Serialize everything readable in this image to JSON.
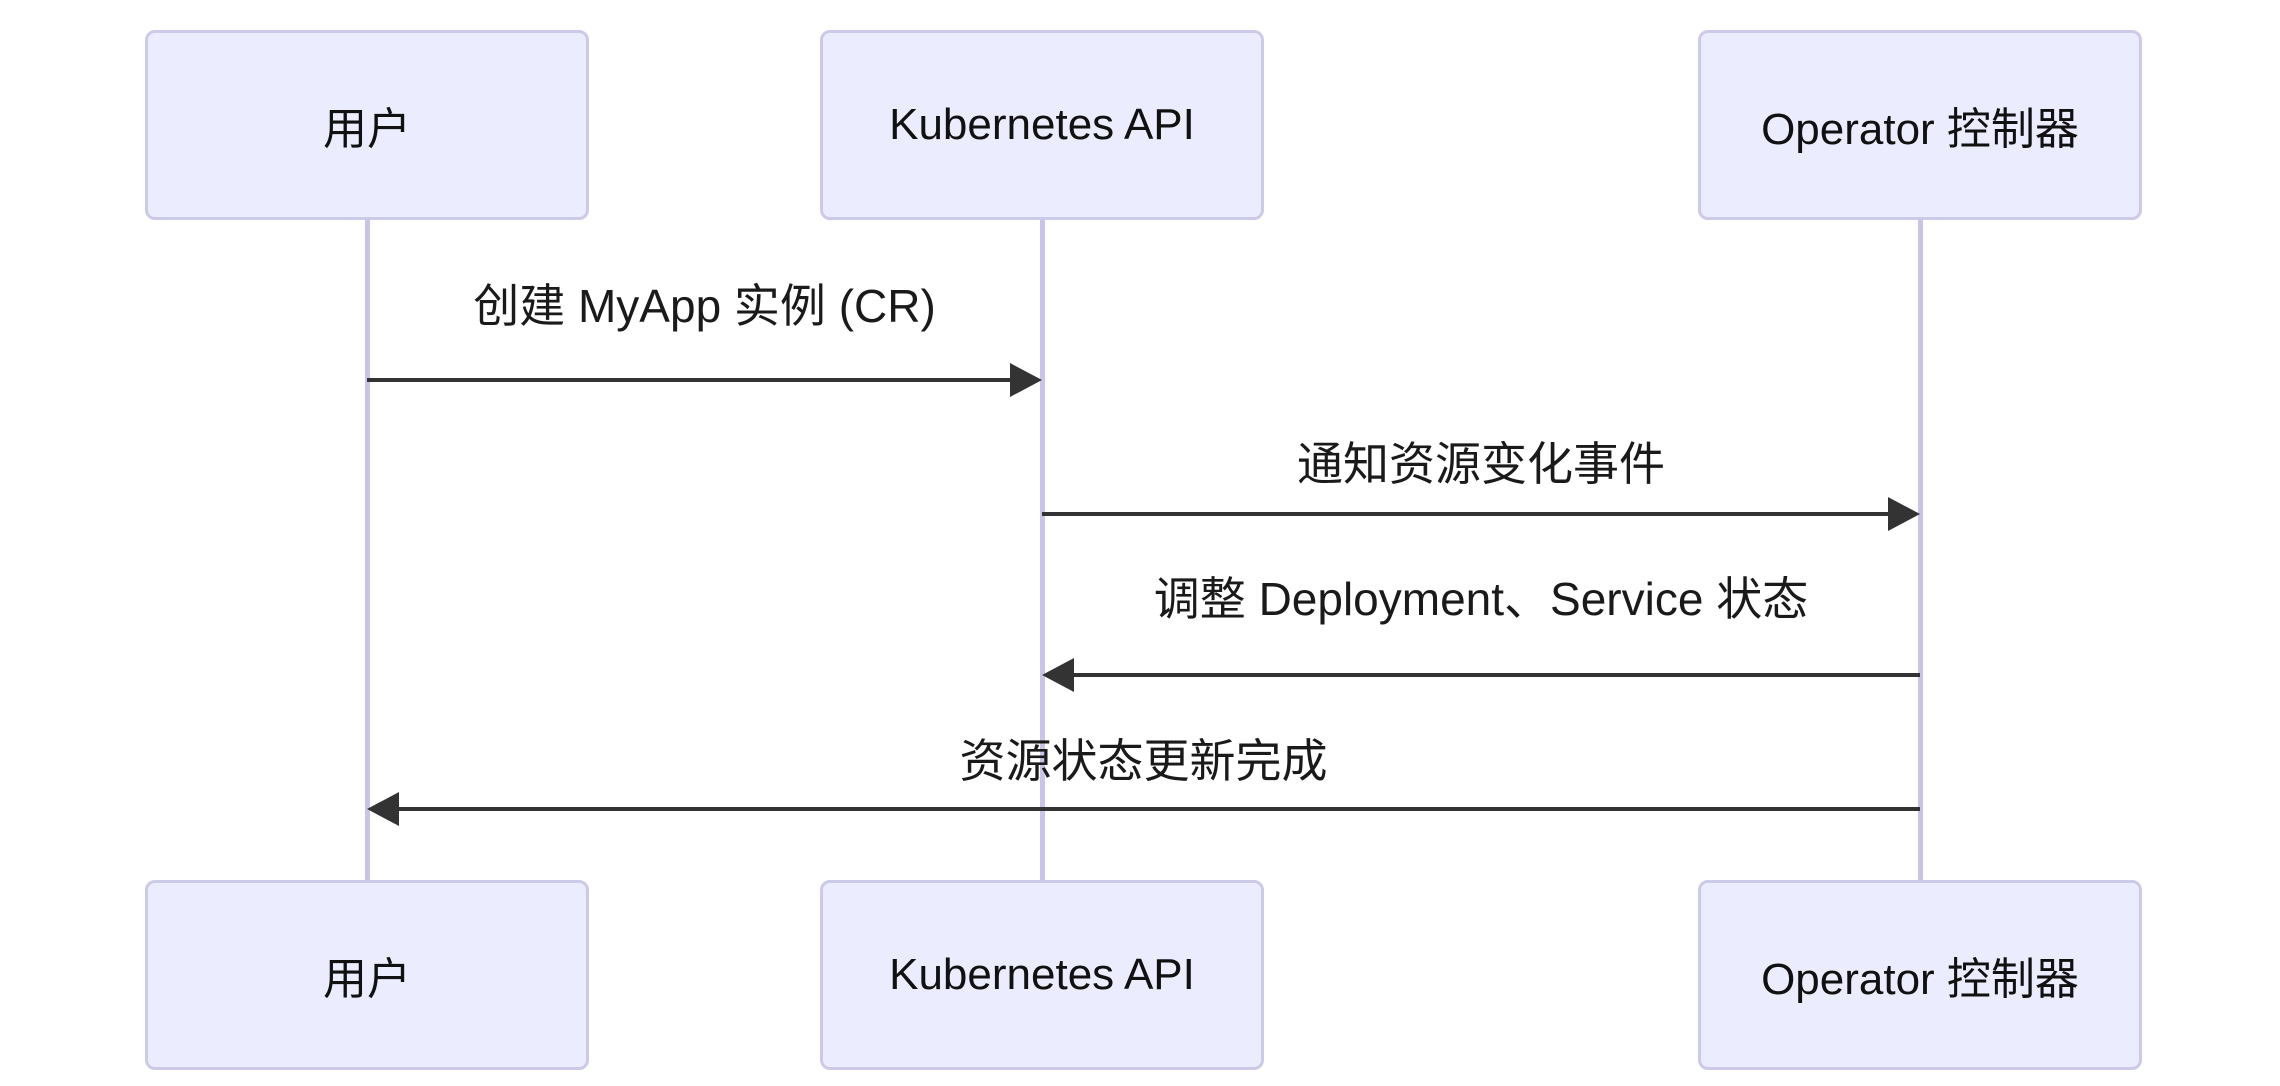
{
  "diagram": {
    "type": "sequence-diagram",
    "actors": [
      {
        "id": "user",
        "label": "用户"
      },
      {
        "id": "kubernetes-api",
        "label": "Kubernetes API"
      },
      {
        "id": "operator-controller",
        "label": "Operator 控制器"
      }
    ],
    "messages": [
      {
        "from": "用户",
        "to": "Kubernetes API",
        "label": "创建 MyApp 实例 (CR)",
        "line": "solid",
        "direction": "right"
      },
      {
        "from": "Kubernetes API",
        "to": "Operator 控制器",
        "label": "通知资源变化事件",
        "line": "solid",
        "direction": "right"
      },
      {
        "from": "Operator 控制器",
        "to": "Kubernetes API",
        "label": "调整 Deployment、Service 状态",
        "line": "solid",
        "direction": "left"
      },
      {
        "from": "Operator 控制器",
        "to": "用户",
        "label": "资源状态更新完成",
        "line": "solid",
        "direction": "left"
      }
    ],
    "colors": {
      "background": "#ffffff",
      "actor_fill": "#ECECFF",
      "actor_border": "#CDC9E8",
      "lifeline": "#CBC3EA",
      "arrow": "#333333",
      "text": "#111111"
    }
  }
}
